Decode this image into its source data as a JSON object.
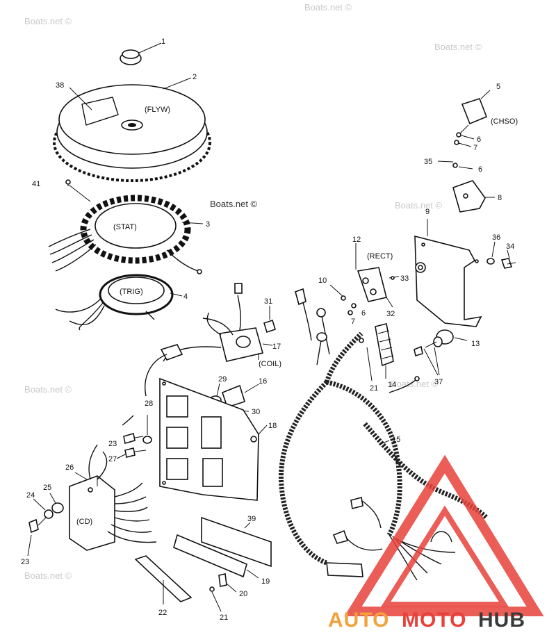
{
  "watermarks": {
    "site": "Boats.net ©",
    "brand_a": "AUTO",
    "brand_b": "MOTO",
    "brand_c": "HUB"
  },
  "colors": {
    "brand_red": "#e8413a",
    "brand_orange": "#f2a23a",
    "brand_grey": "#3a3a3a",
    "watermark": "#c9c9c9"
  },
  "tags": {
    "flyw": "(FLYW)",
    "stat": "(STAT)",
    "trig": "(TRIG)",
    "coil": "(COIL)",
    "rect": "(RECT)",
    "chso": "(CHSO)",
    "cd": "(CD)"
  },
  "callouts": [
    "1",
    "2",
    "38",
    "41",
    "3",
    "4",
    "5",
    "6",
    "7",
    "35",
    "6",
    "8",
    "9",
    "36",
    "34",
    "12",
    "33",
    "10",
    "6",
    "7",
    "32",
    "31",
    "17",
    "13",
    "37",
    "14",
    "21",
    "16",
    "29",
    "30",
    "28",
    "18",
    "15",
    "23",
    "27",
    "26",
    "25",
    "24",
    "23",
    "39",
    "19",
    "20",
    "21",
    "22"
  ]
}
